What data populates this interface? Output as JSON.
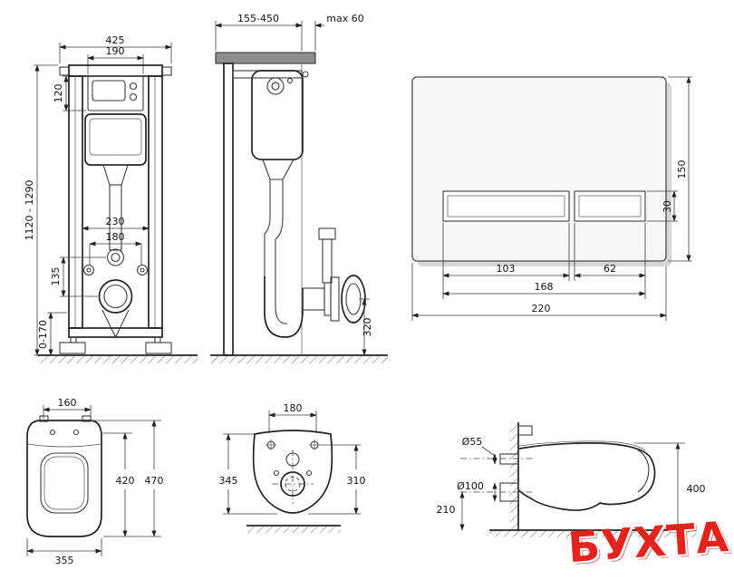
{
  "frame_front": {
    "dim_width_total": "425",
    "dim_width_unit": "190",
    "dim_unit_height": "120",
    "dim_height_range": "1120 - 1290",
    "dim_bolt_span": "230",
    "dim_pipe_span": "180",
    "dim_outlet_offset": "135",
    "dim_foot_range": "0-170"
  },
  "frame_side": {
    "dim_depth_range": "155-450",
    "dim_max_offset": "max 60",
    "dim_outlet_height": "320"
  },
  "flush_plate": {
    "dim_height": "150",
    "dim_button_height": "30",
    "dim_button_left": "103",
    "dim_button_right": "62",
    "dim_buttons_total": "168",
    "dim_width": "220"
  },
  "bowl_top": {
    "dim_seat_width": "160",
    "dim_length_outer": "470",
    "dim_length_inner": "420",
    "dim_width": "355"
  },
  "bowl_front": {
    "dim_hole_span": "180",
    "dim_height_left": "345",
    "dim_height_right": "310"
  },
  "bowl_side": {
    "dim_inlet": "Ø55",
    "dim_outlet": "Ø100",
    "dim_outlet_height": "210",
    "dim_height": "400"
  },
  "watermark": {
    "text": "БУХТА",
    "color": "#e3231c"
  }
}
